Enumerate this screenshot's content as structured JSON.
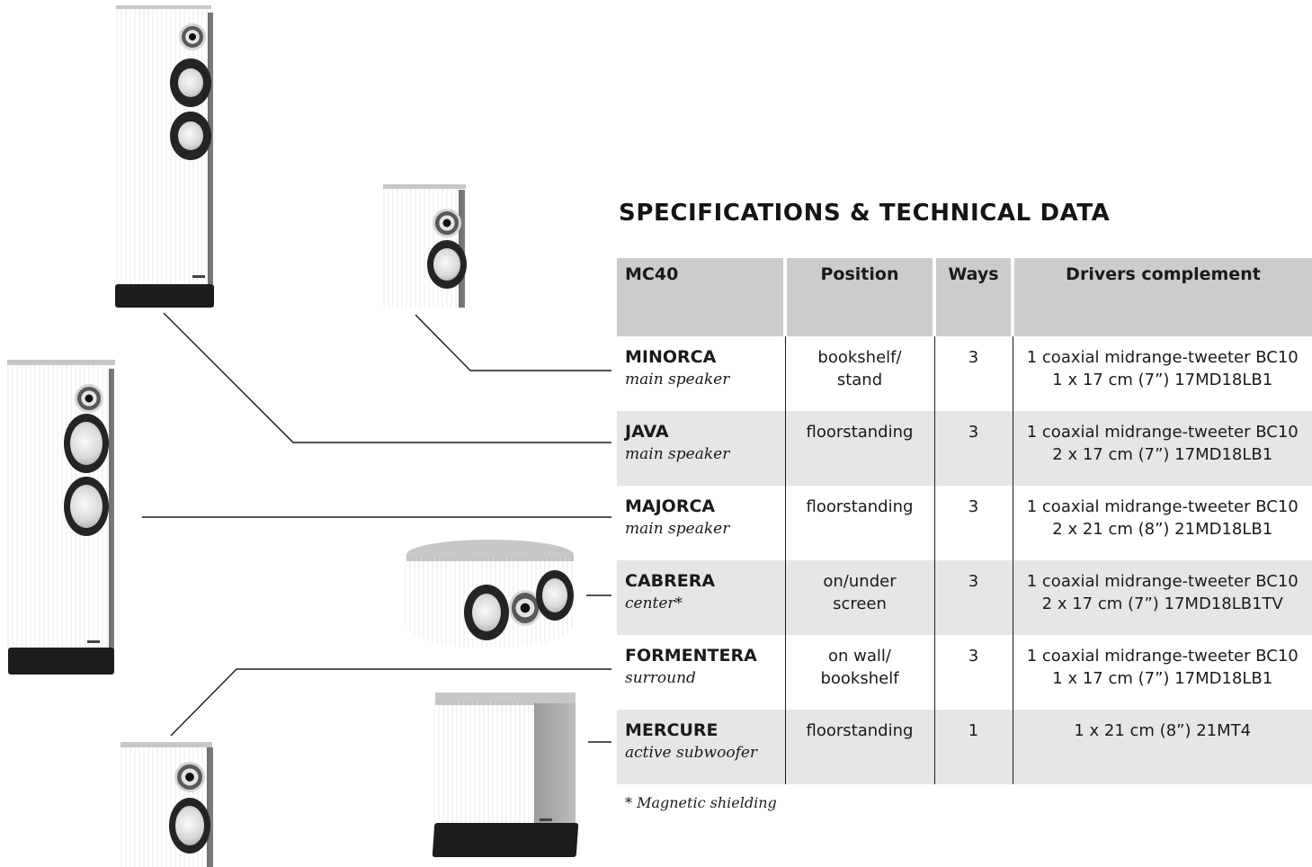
{
  "heading": "SPECIFICATIONS & TECHNICAL DATA",
  "table": {
    "columns": [
      "MC40",
      "Position",
      "Ways",
      "Drivers complement"
    ],
    "rows": [
      {
        "name": "MINORCA",
        "role": "main speaker",
        "position": [
          "bookshelf/",
          "stand"
        ],
        "ways": "3",
        "drivers": [
          "1 coaxial midrange-tweeter BC10",
          "1 x 17 cm (7”) 17MD18LB1"
        ]
      },
      {
        "name": "JAVA",
        "role": "main speaker",
        "position": [
          "floorstanding"
        ],
        "ways": "3",
        "drivers": [
          "1 coaxial midrange-tweeter BC10",
          "2 x 17 cm (7”) 17MD18LB1"
        ]
      },
      {
        "name": "MAJORCA",
        "role": "main speaker",
        "position": [
          "floorstanding"
        ],
        "ways": "3",
        "drivers": [
          "1 coaxial midrange-tweeter BC10",
          "2 x 21 cm (8”) 21MD18LB1"
        ]
      },
      {
        "name": "CABRERA",
        "role": "center*",
        "position": [
          "on/under",
          "screen"
        ],
        "ways": "3",
        "drivers": [
          "1 coaxial midrange-tweeter BC10",
          "2 x 17 cm (7”) 17MD18LB1TV"
        ]
      },
      {
        "name": "FORMENTERA",
        "role": "surround",
        "position": [
          "on wall/",
          "bookshelf"
        ],
        "ways": "3",
        "drivers": [
          "1 coaxial midrange-tweeter BC10",
          "1 x 17 cm (7”) 17MD18LB1"
        ]
      },
      {
        "name": "MERCURE",
        "role": "active subwoofer",
        "position": [
          "floorstanding"
        ],
        "ways": "1",
        "drivers": [
          "1 x 21 cm (8”) 21MT4"
        ]
      }
    ]
  },
  "footnote": "* Magnetic shielding",
  "colors": {
    "header_bg": "#cccccc",
    "row_shade": "#e6e6e6",
    "ink": "#1a1a1a"
  }
}
